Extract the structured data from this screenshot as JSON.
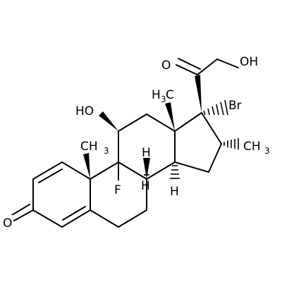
{
  "molecule": {
    "labels": {
      "ketone_o": "O",
      "side_chain_o": "O",
      "hydroxyl_right": "OH",
      "hydroxyl_left": "HO",
      "bromo": "Br",
      "fluoro": "F",
      "methyl_c13_h": "H",
      "methyl_c13_c": "C",
      "methyl_c13_sub": "3",
      "methyl_c10_c": "CH",
      "methyl_c10_sub": "3",
      "methyl_c16": "CH",
      "methyl_c16_sub": "3",
      "h_c9": "H",
      "h_c8": "H",
      "h_c14": "H"
    }
  }
}
